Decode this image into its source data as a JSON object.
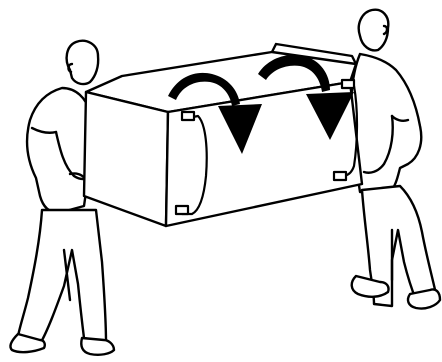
{
  "figure": {
    "stroke_color": "#000000",
    "fill_color": "#ffffff",
    "arrow_color": "#000000",
    "arrows": [
      {
        "name": "left-rotation-arrow",
        "direction": "clockwise-down"
      },
      {
        "name": "right-rotation-arrow",
        "direction": "clockwise-down"
      }
    ],
    "people_count": 2,
    "object": "cabinet"
  }
}
